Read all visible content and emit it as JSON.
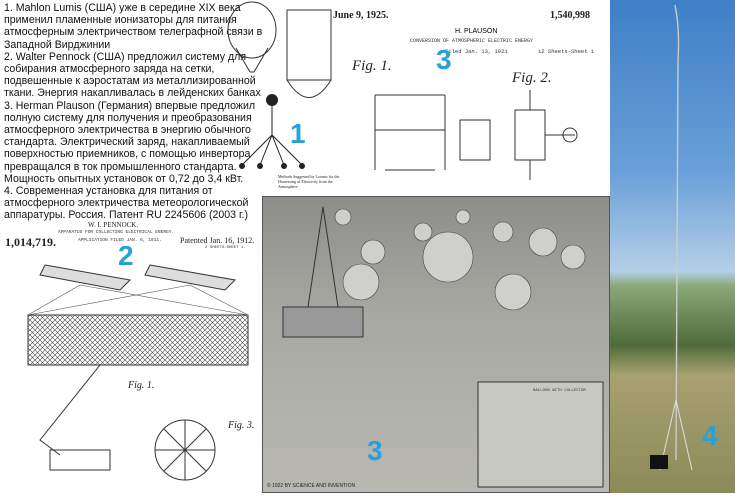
{
  "description": [
    "1.   Mahlon Lumis (США) уже в середине XIX века применил пламенные ионизаторы для питания атмосферным электричеством телеграфной связи в Западной Вирджинии",
    "2.  Walter Pennock (США) предложил систему для собирания атмосферного заряда на сетки, подвешенные к аэростатам из металлизированной ткани. Энергия накапливалась в лейденских банках",
    "3.  Herman Plauson (Германия) впервые предложил полную систему для получения и преобразования атмосферного электричества в энергию обычного стандарта. Электрический заряд, накапливаемый поверхностью приемников, с помощью инвертора превращался в ток промышленного стандарта. Мощность опытных установок от 0,72 до 3,4 кВт.",
    "4.  Современная установка для питания от атмосферного электричества метеорологической аппаратуры. Россия. Патент RU 2245606 (2003 г.)"
  ],
  "labels": {
    "one": "1",
    "two": "2",
    "three_a": "3",
    "three_b": "3",
    "four": "4"
  },
  "loomis": {
    "caption": "Methods Suggested by Loomis for the Harnessing of Electricity from the Atmosphere"
  },
  "plauson": {
    "date": "June 9, 1925.",
    "number": "1,540,998",
    "inventor": "H. PLAUSON",
    "title": "CONVERSION OF ATMOSPHERIC ELECTRIC ENERGY",
    "filed": "Filed Jan. 13, 1921",
    "sheets": "12 Sheets-Sheet 1",
    "fig1": "Fig. 1.",
    "fig2": "Fig. 2."
  },
  "pennock": {
    "inventor": "W. I. PENNOCK.",
    "title": "APPARATUS FOR COLLECTING ELECTRICAL ENERGY.",
    "filed": "APPLICATION FILED JAN. 6, 1911.",
    "number": "1,014,719.",
    "patented": "Patented Jan. 16, 1912.",
    "sheets": "2 SHEETS-SHEET 1.",
    "fig1": "Fig. 1.",
    "fig3": "Fig. 3."
  },
  "illustration": {
    "copyright": "© 1922 BY SCIENCE AND INVENTION",
    "inset": "BALLOON WITH COLLECTOR"
  },
  "colors": {
    "label": "#2a9fd8"
  }
}
